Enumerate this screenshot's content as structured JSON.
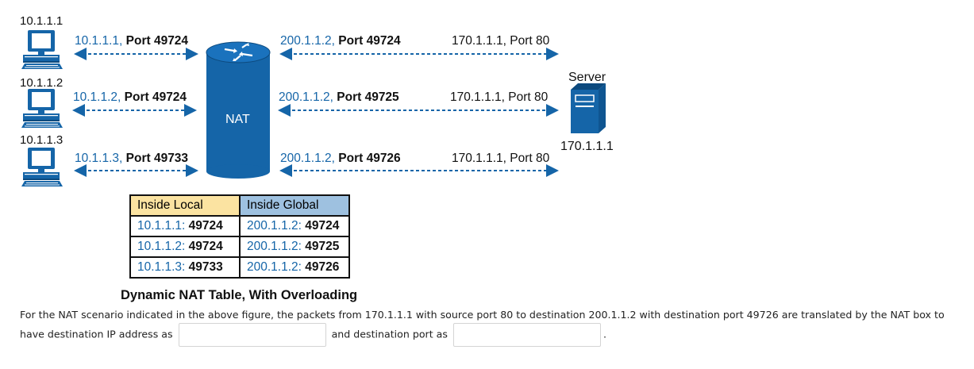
{
  "hosts": [
    {
      "ip": "10.1.1.1"
    },
    {
      "ip": "10.1.1.2"
    },
    {
      "ip": "10.1.1.3"
    }
  ],
  "nat_label": "NAT",
  "server": {
    "label": "Server",
    "ip": "170.1.1.1"
  },
  "flows": [
    {
      "inside_addr": "10.1.1.1,",
      "inside_port": "Port 49724",
      "global_addr": "200.1.1.2,",
      "global_port": "Port 49724",
      "server_endpoint": "170.1.1.1, Port 80"
    },
    {
      "inside_addr": "10.1.1.2,",
      "inside_port": "Port 49724",
      "global_addr": "200.1.1.2,",
      "global_port": "Port 49725",
      "server_endpoint": "170.1.1.1, Port 80"
    },
    {
      "inside_addr": "10.1.1.3,",
      "inside_port": "Port 49733",
      "global_addr": "200.1.1.2,",
      "global_port": "Port 49726",
      "server_endpoint": "170.1.1.1, Port 80"
    }
  ],
  "nat_table": {
    "headers": [
      "Inside Local",
      "Inside Global"
    ],
    "rows": [
      {
        "local_addr": "10.1.1.1:",
        "local_port": "49724",
        "global_addr": "200.1.1.2:",
        "global_port": "49724"
      },
      {
        "local_addr": "10.1.1.2:",
        "local_port": "49724",
        "global_addr": "200.1.1.2:",
        "global_port": "49725"
      },
      {
        "local_addr": "10.1.1.3:",
        "local_port": "49733",
        "global_addr": "200.1.1.2:",
        "global_port": "49726"
      }
    ],
    "caption": "Dynamic NAT Table, With Overloading"
  },
  "question": {
    "part1": "For the NAT scenario indicated in the above figure, the packets from 170.1.1.1 with source port 80 to destination 200.1.1.2 with destination port 49726 are translated by the NAT box to have destination IP address as",
    "part2": "and destination port as",
    "part3": ".",
    "answer_ip": "",
    "answer_port": ""
  },
  "colors": {
    "blue": "#1565a8",
    "nat_body": "#1565a8",
    "local_header": "#fbe3a1",
    "global_header": "#9ec1e0"
  }
}
